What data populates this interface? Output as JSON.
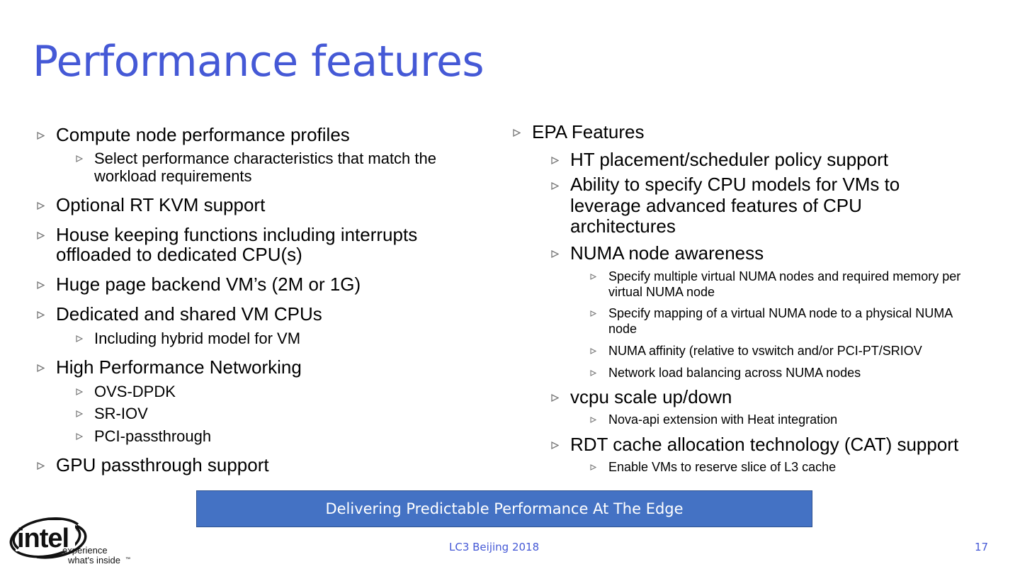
{
  "slide": {
    "title": "Performance features",
    "banner": "Delivering Predictable Performance At The Edge",
    "footer_center": "LC3 Beijing 2018",
    "slide_number": "17",
    "logo": {
      "wordmark": "intel",
      "tagline_1": "experience",
      "tagline_2": "what's inside",
      "registered": "®",
      "trademark": "™"
    },
    "bullet_icon": "triangle-right-outline-icon",
    "colors": {
      "title": "#4559d6",
      "banner_bg": "#4472c4",
      "bullet": "#777777"
    }
  },
  "left": {
    "items": [
      "Compute node performance profiles",
      "Select performance characteristics that match the workload requirements",
      "Optional RT KVM support",
      "House keeping functions including interrupts offloaded to dedicated CPU(s)",
      "Huge page backend VM’s (2M or 1G)",
      "Dedicated and shared VM CPUs",
      "Including hybrid model for VM",
      "High Performance Networking",
      "OVS-DPDK",
      "SR-IOV",
      "PCI-passthrough",
      "GPU passthrough support"
    ]
  },
  "right": {
    "items": [
      "EPA Features",
      "HT placement/scheduler policy support",
      "Ability to specify CPU models for VMs to leverage advanced features of CPU architectures",
      "NUMA node awareness",
      "Specify multiple virtual NUMA nodes and required memory per virtual NUMA node",
      "Specify mapping of a virtual NUMA node to a physical NUMA node",
      "NUMA affinity (relative to vswitch and/or PCI-PT/SRIOV",
      "Network load balancing across NUMA nodes",
      "vcpu scale up/down",
      "Nova-api extension with Heat integration",
      "RDT cache allocation technology (CAT) support",
      "Enable VMs to reserve slice of L3 cache"
    ]
  }
}
